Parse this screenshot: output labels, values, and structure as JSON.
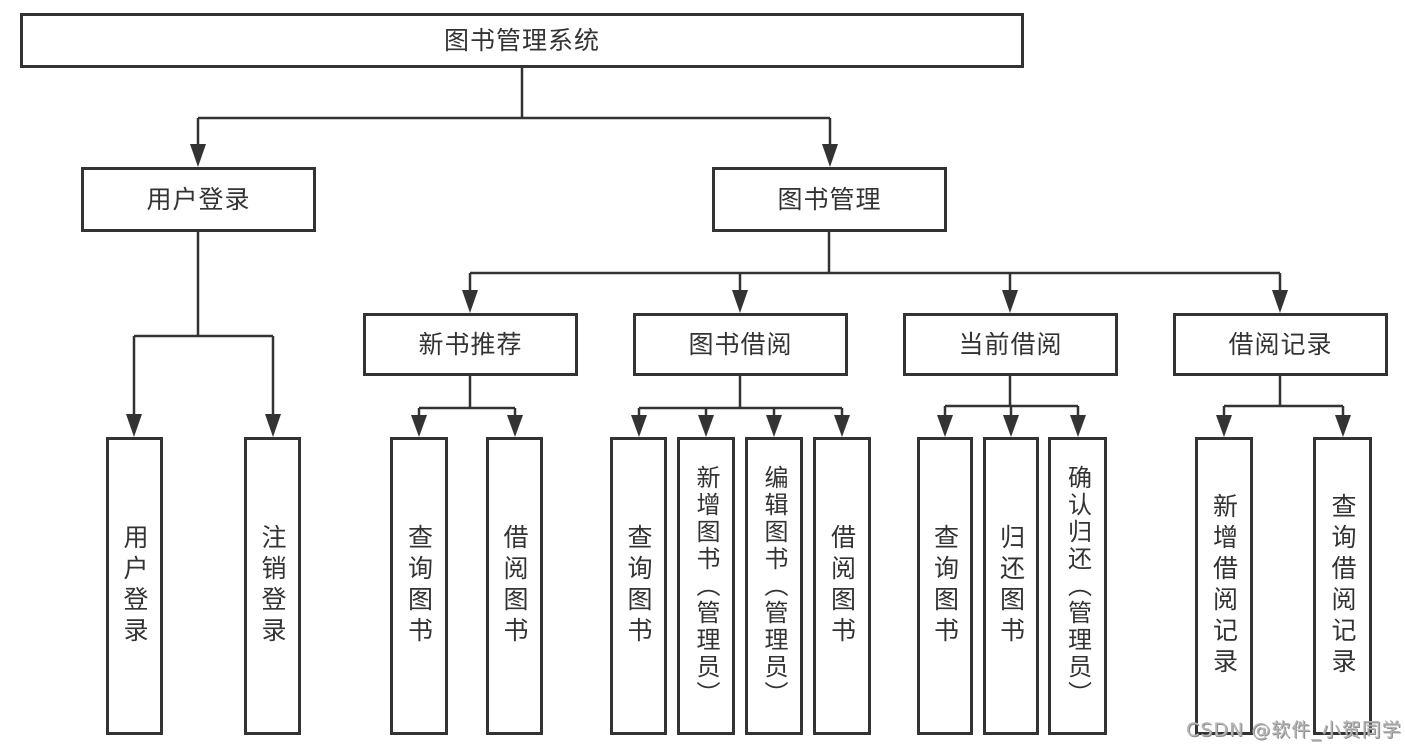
{
  "tree": {
    "root": {
      "label": "图书管理系统"
    },
    "branches": [
      {
        "label": "用户登录",
        "children": [
          {
            "label": "用户登录"
          },
          {
            "label": "注销登录"
          }
        ]
      },
      {
        "label": "图书管理",
        "groups": [
          {
            "label": "新书推荐",
            "children": [
              {
                "label": "查询图书"
              },
              {
                "label": "借阅图书"
              }
            ]
          },
          {
            "label": "图书借阅",
            "children": [
              {
                "label": "查询图书"
              },
              {
                "label": "新增图书（管理员）"
              },
              {
                "label": "编辑图书（管理员）"
              },
              {
                "label": "借阅图书"
              }
            ]
          },
          {
            "label": "当前借阅",
            "children": [
              {
                "label": "查询图书"
              },
              {
                "label": "归还图书"
              },
              {
                "label": "确认归还（管理员）"
              }
            ]
          },
          {
            "label": "借阅记录",
            "children": [
              {
                "label": "新增借阅记录"
              },
              {
                "label": "查询借阅记录"
              }
            ]
          }
        ]
      }
    ]
  },
  "watermark": {
    "text": "CSDN @软件_小贺同学"
  },
  "colors": {
    "line": "#333333",
    "text": "#333333",
    "box_background": "#ffffff",
    "watermark": "#b5b5b5",
    "background": "#ffffff"
  }
}
